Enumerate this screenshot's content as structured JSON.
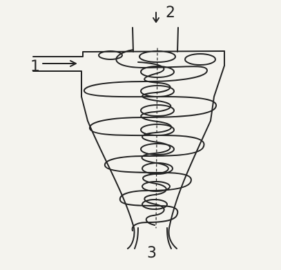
{
  "labels": {
    "inlet": "1",
    "overflow_outlet": "2",
    "underflow_outlet": "3"
  },
  "colors": {
    "ink": "#222222",
    "paper": "#f4f3ee"
  }
}
